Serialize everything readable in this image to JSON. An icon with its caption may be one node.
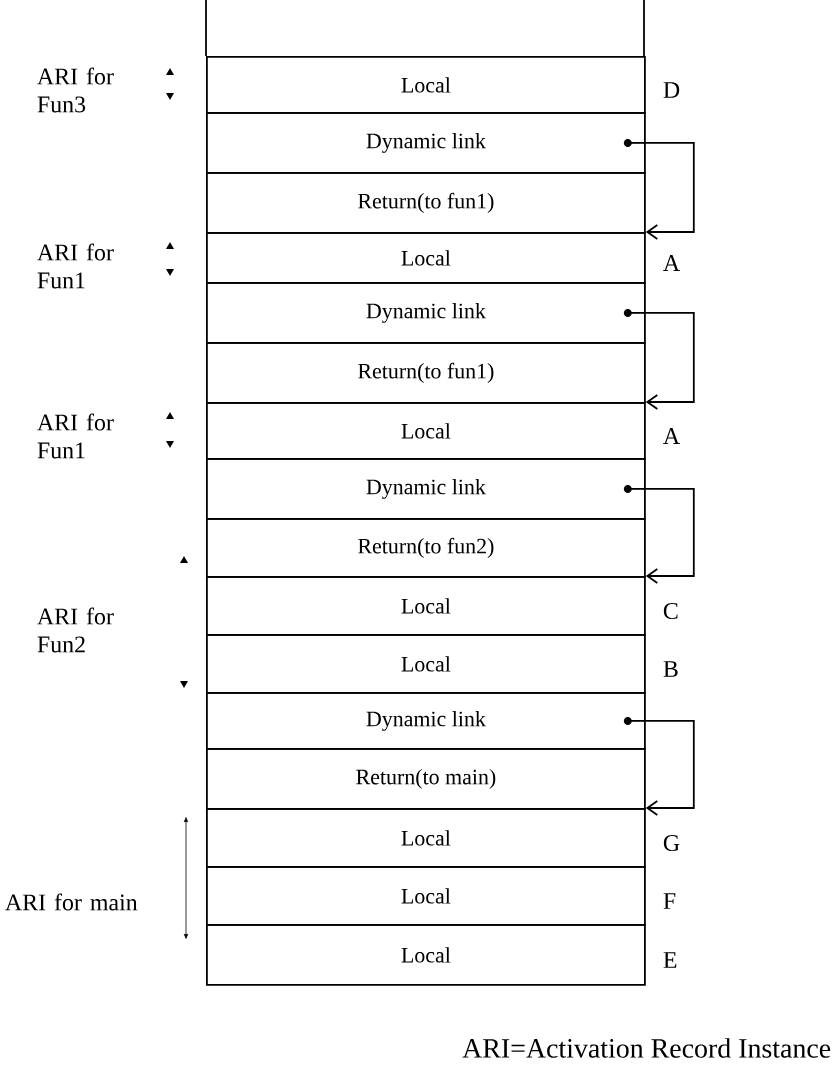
{
  "diagram": {
    "caption": "ARI=Activation Record Instance",
    "nodes": [
      {
        "text": [
          "Local"
        ],
        "beside": [
          "D"
        ]
      },
      {
        "text": [
          "Dynamic link"
        ]
      },
      {
        "text": [
          "Return(to fun1)"
        ]
      },
      {
        "text": [
          "Local"
        ],
        "beside": [
          "A"
        ]
      },
      {
        "text": [
          "Dynamic link"
        ]
      },
      {
        "text": [
          "Return(to fun1)"
        ]
      },
      {
        "text": [
          "Local"
        ],
        "beside": [
          "A"
        ]
      },
      {
        "text": [
          "Dynamic link"
        ]
      },
      {
        "text": [
          "Return(to fun2)"
        ]
      },
      {
        "text": [
          "Local"
        ],
        "beside": [
          "C"
        ]
      },
      {
        "text": [
          "Local"
        ],
        "beside": [
          "B"
        ]
      },
      {
        "text": [
          "Dynamic link"
        ]
      },
      {
        "text": [
          "Return(to main)"
        ]
      },
      {
        "text": [
          "Local"
        ],
        "beside": [
          "G"
        ]
      },
      {
        "text": [
          "Local"
        ],
        "beside": [
          "F"
        ]
      },
      {
        "text": [
          "Local"
        ],
        "beside": [
          "E"
        ]
      }
    ],
    "edges": [
      {
        "from": 1,
        "to": 3,
        "arrow": "to"
      },
      {
        "from": 4,
        "to": 6,
        "arrow": "to"
      },
      {
        "from": 7,
        "to": 9,
        "arrow": "to"
      },
      {
        "from": 11,
        "to": 13,
        "arrow": "to"
      }
    ],
    "labels": [
      "ARI for Fun3",
      "ARI for Fun1",
      "ARI for Fun1",
      "ARI for Fun2",
      "ARI for main"
    ]
  }
}
